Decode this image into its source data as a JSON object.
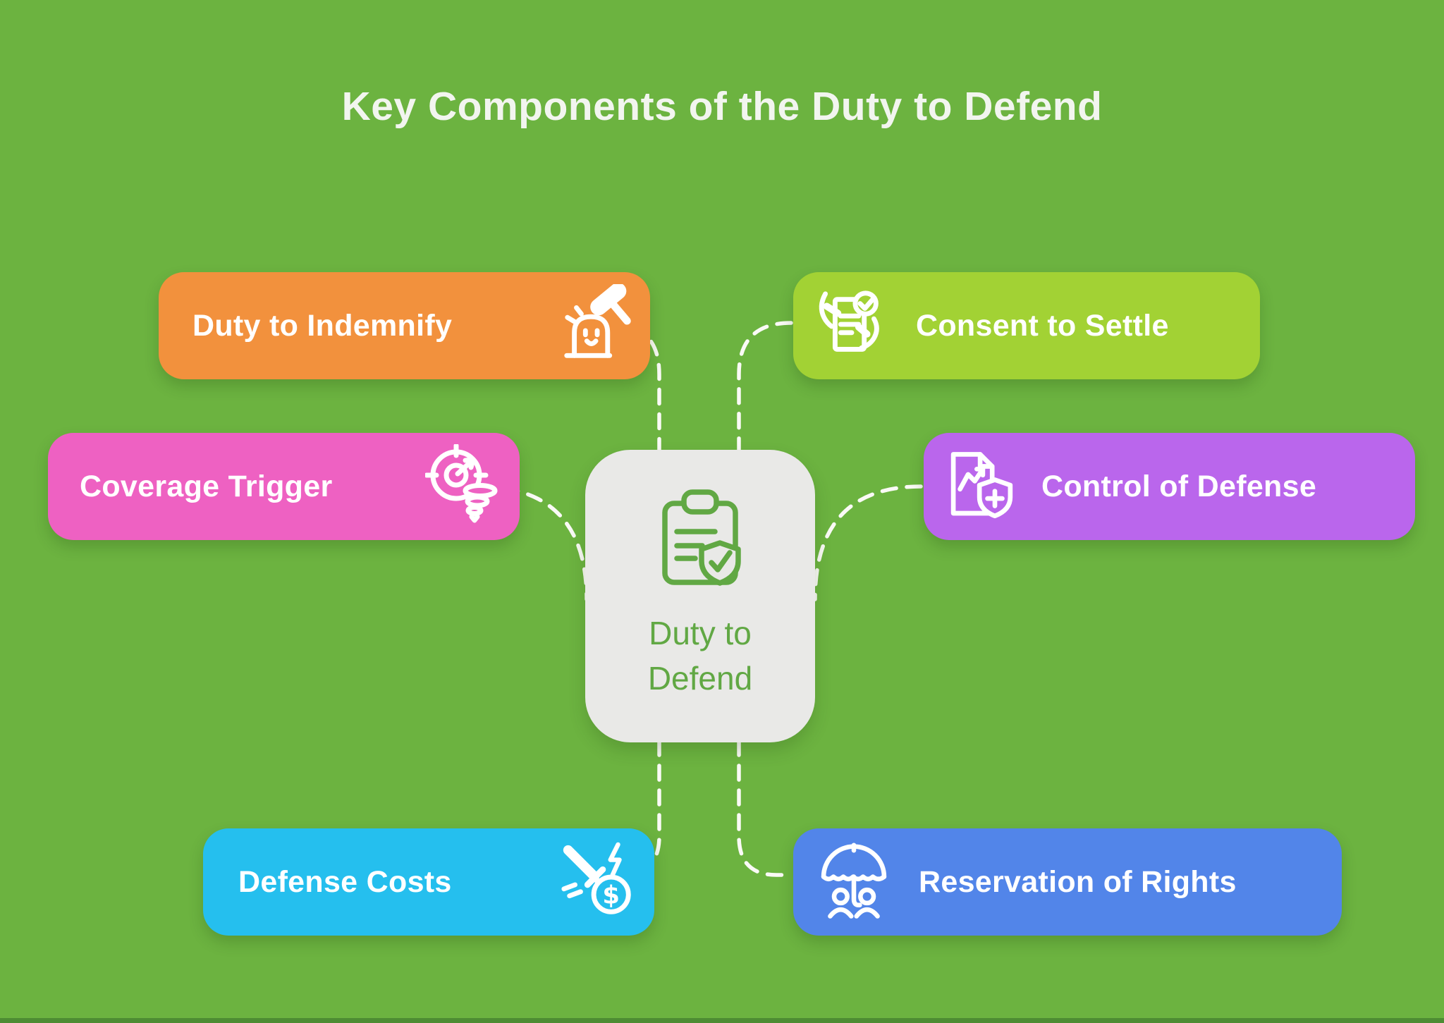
{
  "title": "Key Components of the Duty to Defend",
  "background_color": "#6cb340",
  "connector_color": "#fafaf6",
  "center_node": {
    "line1": "Duty to",
    "line2": "Defend",
    "fill": "#e9e9e7",
    "accent": "#61a844",
    "icon": "clipboard-shield-check-icon"
  },
  "nodes": [
    {
      "label": "Duty to Indemnify",
      "color": "#f2913d",
      "icon": "gavel-mole-icon",
      "position": "top-left"
    },
    {
      "label": "Consent to Settle",
      "color": "#a2d234",
      "icon": "hands-document-check-icon",
      "position": "top-right"
    },
    {
      "label": "Coverage Trigger",
      "color": "#ee61c2",
      "icon": "target-tornado-icon",
      "position": "middle-left"
    },
    {
      "label": "Control of Defense",
      "color": "#ba66ec",
      "icon": "document-chart-shield-icon",
      "position": "middle-right"
    },
    {
      "label": "Defense Costs",
      "color": "#25bfee",
      "icon": "sword-coin-bolt-icon",
      "position": "bottom-left"
    },
    {
      "label": "Reservation of Rights",
      "color": "#5285e9",
      "icon": "umbrella-people-icon",
      "position": "bottom-right"
    }
  ]
}
